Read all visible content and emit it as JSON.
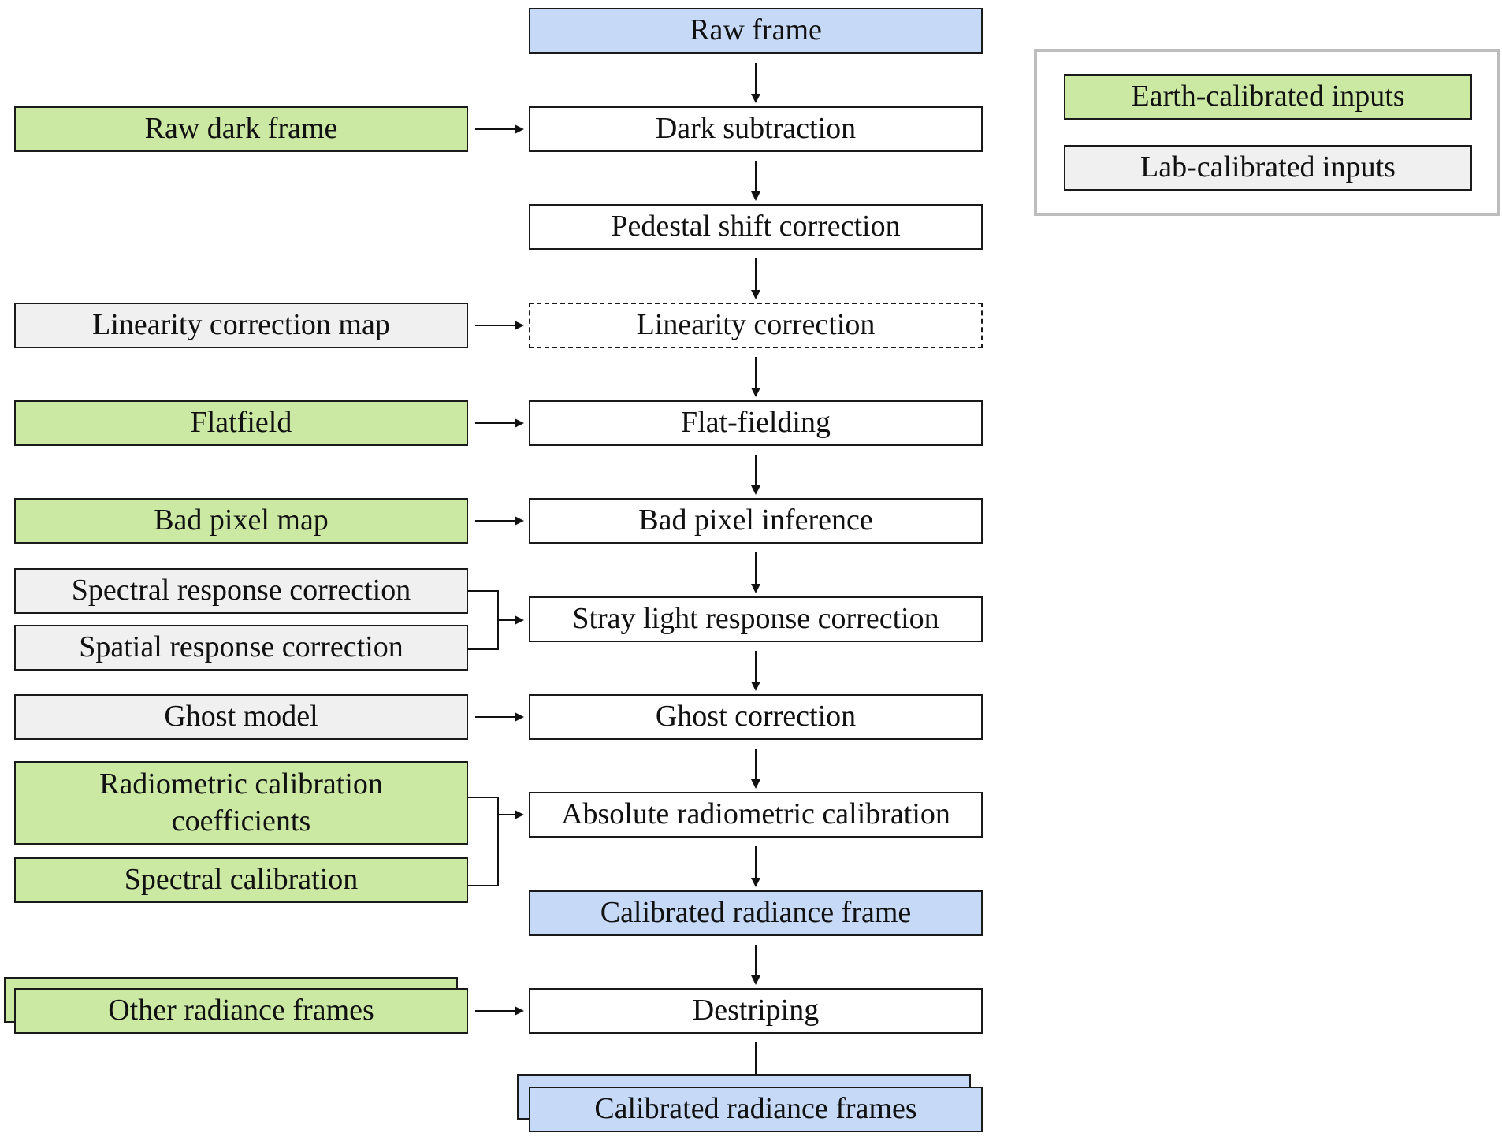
{
  "main_steps": {
    "raw_frame": "Raw frame",
    "dark_subtraction": "Dark subtraction",
    "pedestal_shift_correction": "Pedestal shift correction",
    "linearity_correction": "Linearity correction",
    "flat_fielding": "Flat-fielding",
    "bad_pixel_inference": "Bad pixel inference",
    "stray_light_response_correction": "Stray light response correction",
    "ghost_correction": "Ghost correction",
    "absolute_radiometric_calibration": "Absolute radiometric calibration",
    "calibrated_radiance_frame": "Calibrated radiance frame",
    "destriping": "Destriping",
    "calibrated_radiance_frames": "Calibrated radiance frames"
  },
  "inputs": {
    "raw_dark_frame": "Raw dark frame",
    "linearity_correction_map": "Linearity correction map",
    "flatfield": "Flatfield",
    "bad_pixel_map": "Bad pixel map",
    "spectral_response_correction": "Spectral response correction",
    "spatial_response_correction": "Spatial response correction",
    "ghost_model": "Ghost model",
    "radiometric_calibration_line1": "Radiometric calibration",
    "radiometric_calibration_line2": "coefficients",
    "spectral_calibration": "Spectral calibration",
    "other_radiance_frames": "Other radiance frames"
  },
  "legend": {
    "earth_calibrated": "Earth-calibrated inputs",
    "lab_calibrated": "Lab-calibrated inputs"
  },
  "colors": {
    "frame_blue": "#c6d9f7",
    "earth_green": "#cce9a4",
    "lab_gray": "#f0f0f0",
    "process_white": "#ffffff",
    "legend_border": "#bdbdbd"
  }
}
